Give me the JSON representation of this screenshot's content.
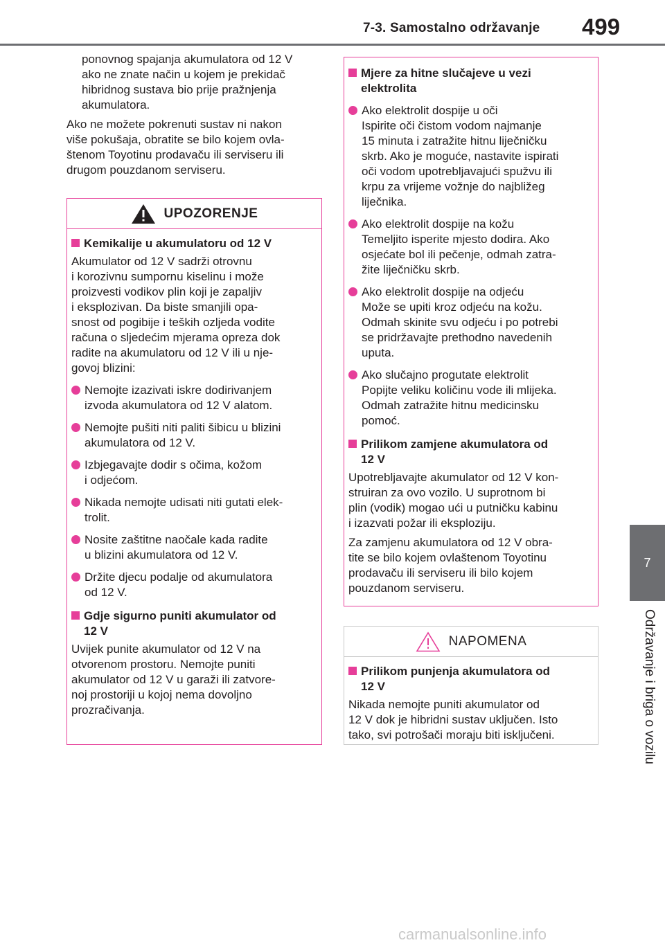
{
  "header": {
    "section": "7-3. Samostalno održavanje",
    "page_number": "499"
  },
  "side_tab": {
    "number": "7",
    "label": "Održavanje i briga o vozilu"
  },
  "left_intro": {
    "indented_lines": [
      "ponovnog spajanja akumulatora od 12 V",
      "ako ne znate način u kojem je prekidač",
      "hibridnog sustava bio prije pražnjenja",
      "akumulatora."
    ],
    "para_lines": [
      "Ako ne možete pokrenuti sustav ni nakon",
      "više pokušaja, obratite se bilo kojem ovla-",
      "štenom Toyotinu prodavaču ili serviseru ili",
      "drugom pouzdanom serviseru."
    ]
  },
  "warning_box": {
    "title": "UPOZORENJE",
    "s1_title": "Kemikalije u akumulatoru od 12 V",
    "s1_lines": [
      "Akumulator od 12 V sadrži otrovnu",
      "i korozivnu sumpornu kiselinu i može",
      "proizvesti vodikov plin koji je zapaljiv",
      "i eksplozivan. Da biste smanjili opa-",
      "snost od pogibije i teških ozljeda vodite",
      "računa o sljedećim mjerama opreza dok",
      "radite na akumulatoru od 12 V ili u nje-",
      "govoj blizini:"
    ],
    "bullets": [
      [
        "Nemojte izazivati iskre dodirivanjem",
        "izvoda akumulatora od 12 V alatom."
      ],
      [
        "Nemojte pušiti niti paliti šibicu u blizini",
        "akumulatora od 12 V."
      ],
      [
        "Izbjegavajte dodir s očima, kožom",
        "i odjećom."
      ],
      [
        "Nikada nemojte udisati niti gutati elek-",
        "trolit."
      ],
      [
        "Nosite zaštitne naočale kada radite",
        "u blizini akumulatora od 12 V."
      ],
      [
        "Držite djecu podalje od akumulatora",
        "od 12 V."
      ]
    ],
    "s2_title_lines": [
      "Gdje sigurno puniti akumulator od",
      "12 V"
    ],
    "s2_lines": [
      "Uvijek punite akumulator od 12 V na",
      "otvorenom prostoru. Nemojte puniti",
      "akumulator od 12 V u garaži ili zatvore-",
      "noj prostoriji u kojoj nema dovoljno",
      "prozračivanja."
    ]
  },
  "right_box": {
    "s1_title_lines": [
      "Mjere za hitne slučajeve u vezi",
      "elektrolita"
    ],
    "bullets": [
      [
        "Ako elektrolit dospije u oči",
        "Ispirite oči čistom vodom najmanje",
        "15 minuta i zatražite hitnu liječničku",
        "skrb. Ako je moguće, nastavite ispirati",
        "oči vodom upotrebljavajući spužvu ili",
        "krpu za vrijeme vožnje do najbližeg",
        "liječnika."
      ],
      [
        "Ako elektrolit dospije na kožu",
        "Temeljito isperite mjesto dodira. Ako",
        "osjećate bol ili pečenje, odmah zatra-",
        "žite liječničku skrb."
      ],
      [
        "Ako elektrolit dospije na odjeću",
        "Može se upiti kroz odjeću na kožu.",
        "Odmah skinite svu odjeću i po potrebi",
        "se pridržavajte prethodno navedenih",
        "uputa."
      ],
      [
        "Ako slučajno progutate elektrolit",
        "Popijte veliku količinu vode ili mlijeka.",
        "Odmah zatražite hitnu medicinsku",
        "pomoć."
      ]
    ],
    "s2_title_lines": [
      "Prilikom zamjene akumulatora od",
      "12 V"
    ],
    "s2_p1_lines": [
      "Upotrebljavajte akumulator od 12 V kon-",
      "struiran za ovo vozilo. U suprotnom bi",
      "plin (vodik) mogao ući u putničku kabinu",
      "i izazvati požar ili eksploziju."
    ],
    "s2_p2_lines": [
      "Za zamjenu akumulatora od 12 V obra-",
      "tite se bilo kojem ovlaštenom Toyotinu",
      "prodavaču ili serviseru ili bilo kojem",
      "pouzdanom serviseru."
    ]
  },
  "note_box": {
    "title": "NAPOMENA",
    "s1_title_lines": [
      "Prilikom punjenja akumulatora od",
      "12 V"
    ],
    "lines": [
      "Nikada nemojte puniti akumulator od",
      "12 V dok je hibridni sustav uključen. Isto",
      "tako, svi potrošači moraju biti isključeni."
    ]
  },
  "watermark": "carmanualsonline.info",
  "colors": {
    "accent": "#e63e99",
    "tab": "#6d6e71",
    "note_border": "#c8c8c8"
  }
}
